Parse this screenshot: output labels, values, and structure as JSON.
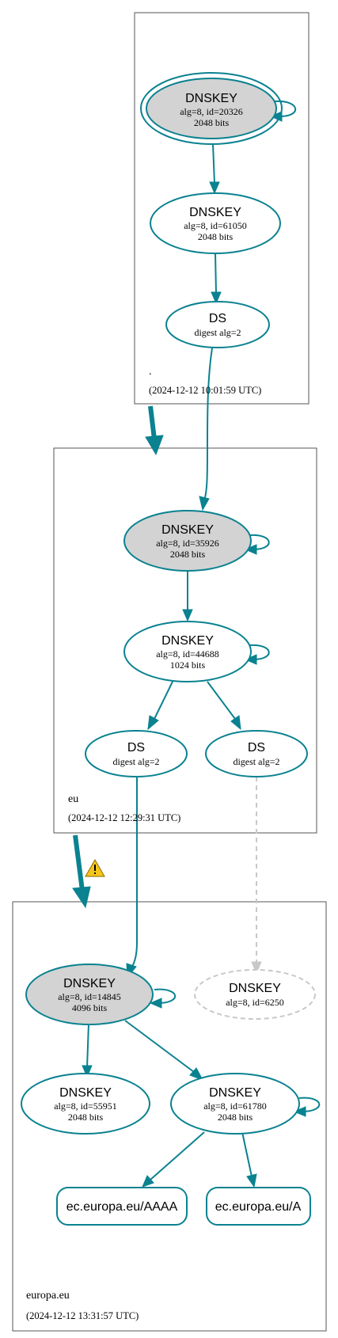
{
  "zones": [
    {
      "name": ".",
      "timestamp": "(2024-12-12 10:01:59 UTC)",
      "nodes": [
        {
          "title": "DNSKEY",
          "line1": "alg=8, id=20326",
          "line2": "2048 bits"
        },
        {
          "title": "DNSKEY",
          "line1": "alg=8, id=61050",
          "line2": "2048 bits"
        },
        {
          "title": "DS",
          "line1": "digest alg=2"
        }
      ]
    },
    {
      "name": "eu",
      "timestamp": "(2024-12-12 12:29:31 UTC)",
      "nodes": [
        {
          "title": "DNSKEY",
          "line1": "alg=8, id=35926",
          "line2": "2048 bits"
        },
        {
          "title": "DNSKEY",
          "line1": "alg=8, id=44688",
          "line2": "1024 bits"
        },
        {
          "title": "DS",
          "line1": "digest alg=2"
        },
        {
          "title": "DS",
          "line1": "digest alg=2"
        }
      ]
    },
    {
      "name": "europa.eu",
      "timestamp": "(2024-12-12 13:31:57 UTC)",
      "nodes": [
        {
          "title": "DNSKEY",
          "line1": "alg=8, id=14845",
          "line2": "4096 bits"
        },
        {
          "title": "DNSKEY",
          "line1": "alg=8, id=6250"
        },
        {
          "title": "DNSKEY",
          "line1": "alg=8, id=55951",
          "line2": "2048 bits"
        },
        {
          "title": "DNSKEY",
          "line1": "alg=8, id=61780",
          "line2": "2048 bits"
        }
      ],
      "rrsets": [
        "ec.europa.eu/AAAA",
        "ec.europa.eu/A"
      ]
    }
  ],
  "warning_icon": "warning-triangle-icon",
  "colors": {
    "edge": "#0a8290",
    "ksk_fill": "#d3d3d3",
    "missing": "#c8c8c8",
    "warning": "#f5c518"
  }
}
